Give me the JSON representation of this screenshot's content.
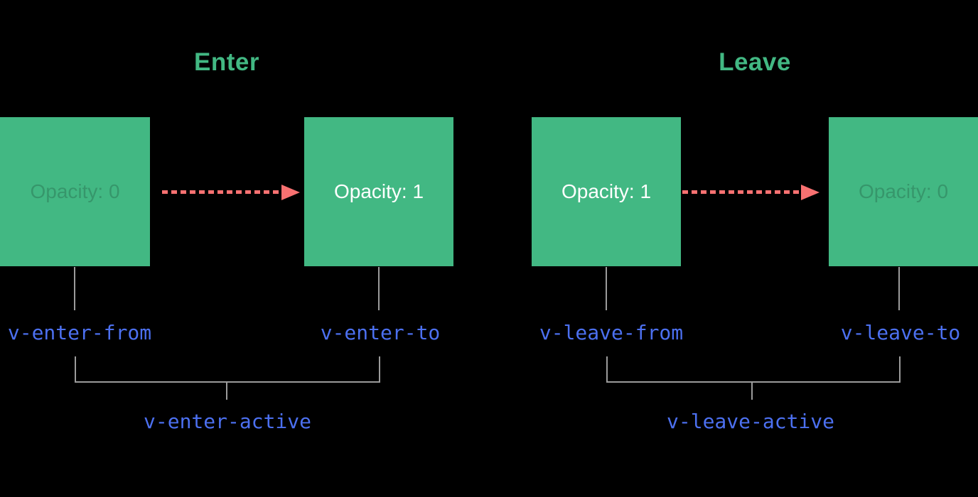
{
  "colors": {
    "background": "#000000",
    "green": "#42b883",
    "blue": "#4c70f0",
    "red": "#f87171",
    "gray_line": "#9b9b9b",
    "box_text_solid": "#ffffff",
    "box_text_faded": "rgba(0,0,0,0.18)"
  },
  "enter": {
    "title": "Enter",
    "from_box": {
      "label": "Opacity: 0",
      "state": "faded"
    },
    "to_box": {
      "label": "Opacity: 1",
      "state": "solid"
    },
    "from_class": "v-enter-from",
    "to_class": "v-enter-to",
    "active_class": "v-enter-active"
  },
  "leave": {
    "title": "Leave",
    "from_box": {
      "label": "Opacity: 1",
      "state": "solid"
    },
    "to_box": {
      "label": "Opacity: 0",
      "state": "faded"
    },
    "from_class": "v-leave-from",
    "to_class": "v-leave-to",
    "active_class": "v-leave-active"
  }
}
